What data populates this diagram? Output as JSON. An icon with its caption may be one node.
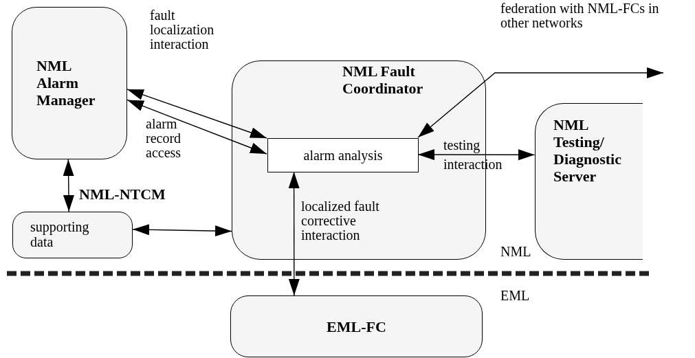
{
  "diagram": {
    "nodes": [
      {
        "text": [
          "NML Alarm Manager"
        ]
      },
      {
        "text": [
          "NML Fault Coordinator"
        ]
      },
      {
        "text": [
          "alarm analysis"
        ],
        "in": 1
      },
      {
        "text": [
          "NML Testing/ Diagnostic Server"
        ]
      },
      {
        "text": [
          "supporting data"
        ]
      },
      {
        "text": [
          "EML-FC"
        ]
      }
    ],
    "edges": [
      {
        "from": 0,
        "to": 2,
        "arrow": "both",
        "label": "fault localization interaction"
      },
      {
        "from": 0,
        "to": 2,
        "arrow": "both",
        "label": "alarm record access"
      },
      {
        "from": 2,
        "to": 3,
        "arrow": "both",
        "label": "testing interaction"
      },
      {
        "from": 0,
        "to": 4,
        "arrow": "both",
        "label": "NML-NTCM"
      },
      {
        "from": 4,
        "to": 1,
        "arrow": "both"
      },
      {
        "from": 2,
        "to": 5,
        "arrow": "both",
        "label": "localized fault corrective interaction"
      },
      {
        "from": 2,
        "to": null,
        "arrow": "both",
        "label": "federation with NML-FCs in other networks"
      }
    ],
    "labels": [
      "NML",
      "EML"
    ]
  }
}
